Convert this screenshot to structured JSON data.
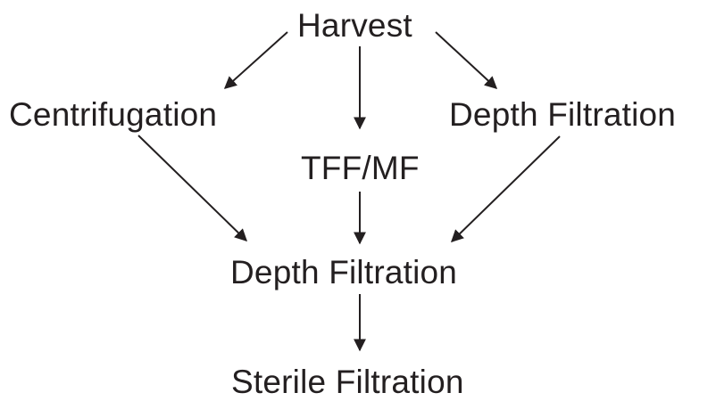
{
  "nodes": {
    "harvest": "Harvest",
    "centrifugation": "Centrifugation",
    "tff_mf": "TFF/MF",
    "depth_filtration_top": "Depth Filtration",
    "depth_filtration": "Depth Filtration",
    "sterile_filtration": "Sterile Filtration"
  },
  "colors": {
    "text": "#231f20",
    "arrow": "#231f20",
    "background": "#ffffff"
  }
}
